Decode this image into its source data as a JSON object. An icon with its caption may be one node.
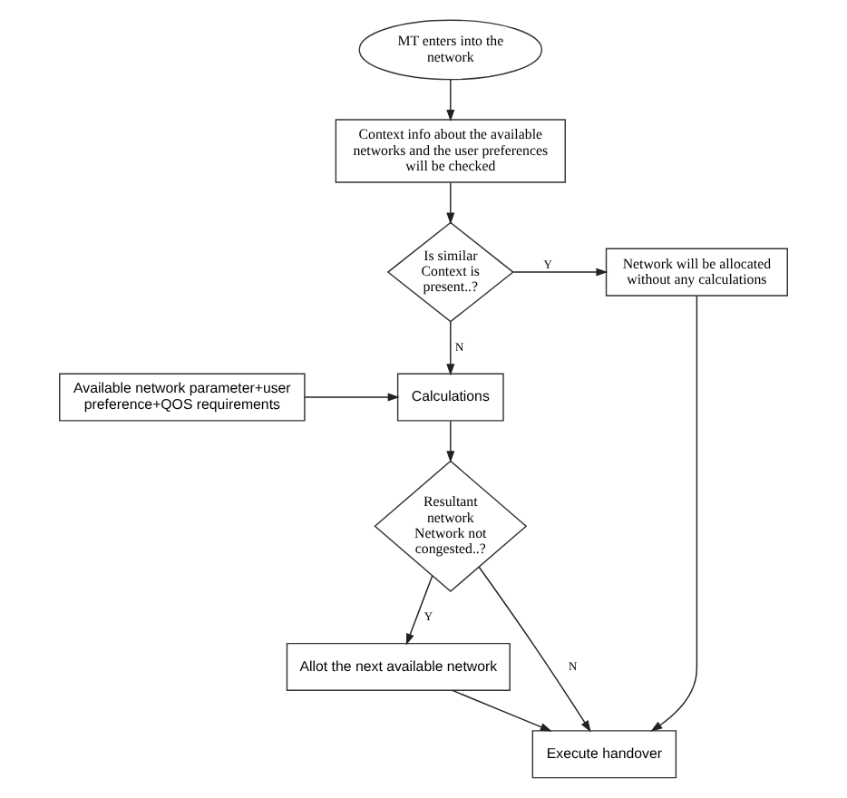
{
  "diagram": {
    "nodes": [
      {
        "text": [
          "MT enters into the network"
        ]
      },
      {
        "text": [
          "Context info about the available networks and the user preferences will be checked"
        ]
      },
      {
        "text": [
          "Is similar",
          "Context is present..?"
        ]
      },
      {
        "text": [
          "Network will be allocated without any calculations"
        ]
      },
      {
        "text": [
          "Available network parameter+user preference+QOS requirements"
        ]
      },
      {
        "text": [
          "Calculations"
        ]
      },
      {
        "text": [
          "Resultant network Network not congested..?"
        ]
      },
      {
        "text": [
          "Allot the next available network"
        ]
      },
      {
        "text": [
          "Execute handover"
        ]
      }
    ],
    "edges": [
      {
        "from": 0,
        "to": 1,
        "arrow": "to"
      },
      {
        "from": 1,
        "to": 2,
        "arrow": "to"
      },
      {
        "from": 2,
        "to": 3,
        "arrow": "to",
        "label": "Y"
      },
      {
        "from": 2,
        "to": 5,
        "arrow": "to",
        "label": "N"
      },
      {
        "from": 4,
        "to": 5,
        "arrow": "to"
      },
      {
        "from": 5,
        "to": 6,
        "arrow": "to"
      },
      {
        "from": 6,
        "to": 7,
        "arrow": "to",
        "label": "Y"
      },
      {
        "from": 6,
        "to": 8,
        "arrow": "to",
        "label": "N"
      },
      {
        "from": 7,
        "to": 8,
        "arrow": "to"
      },
      {
        "from": 3,
        "to": 8,
        "arrow": "to"
      }
    ]
  }
}
